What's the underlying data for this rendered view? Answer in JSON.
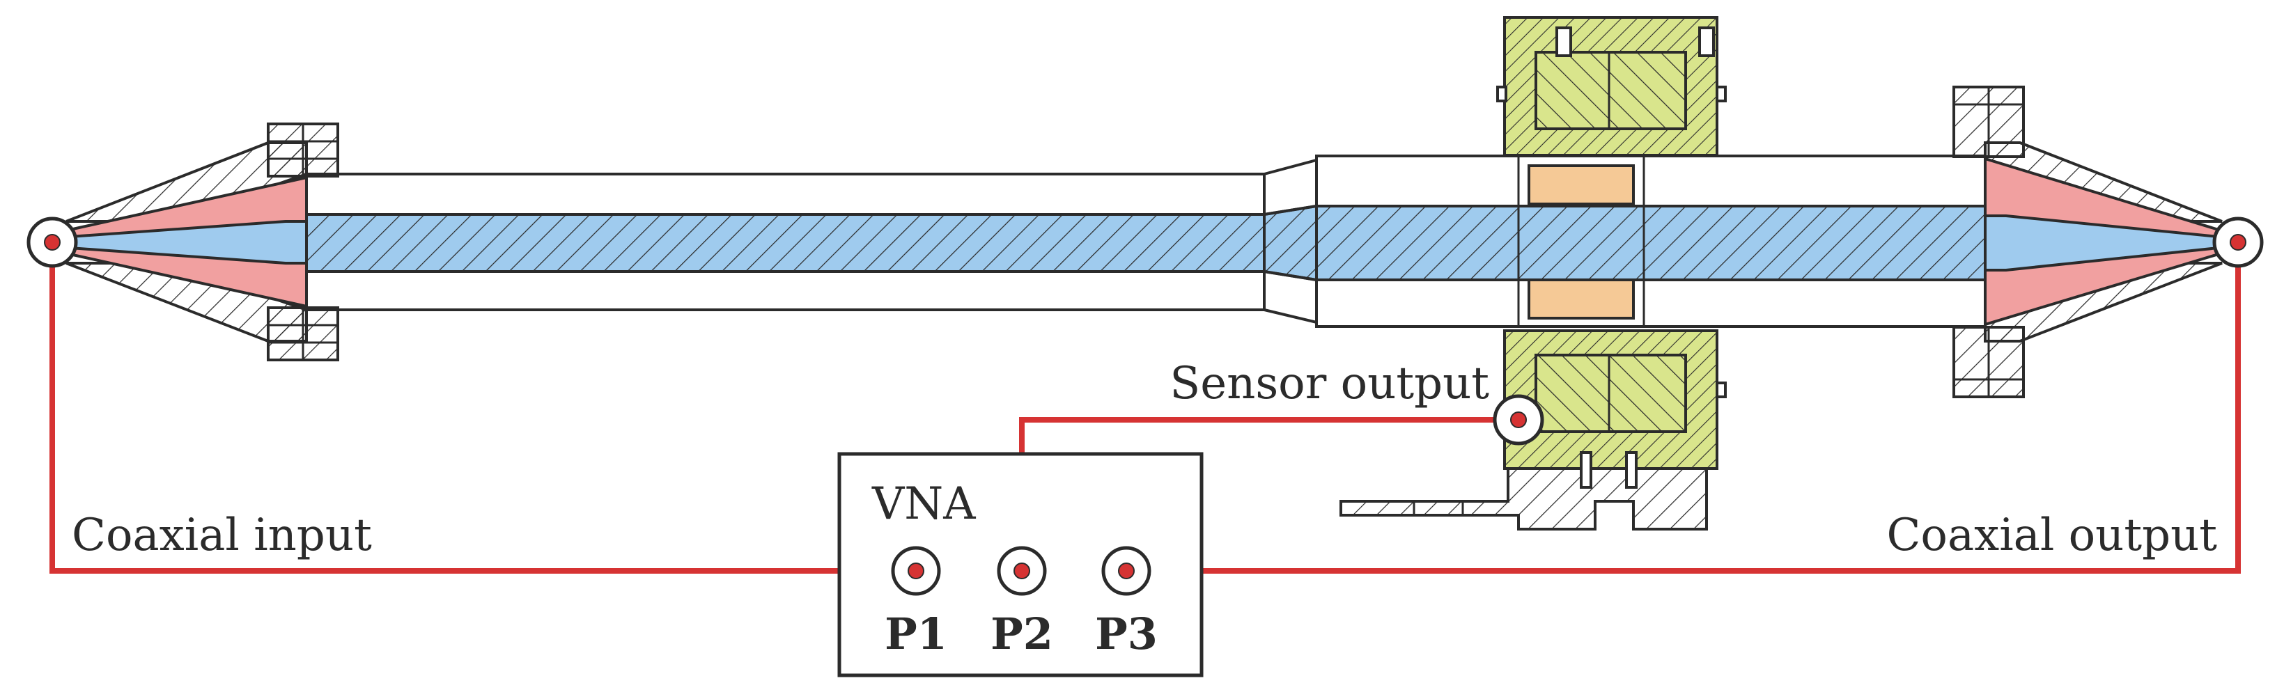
{
  "labels": {
    "coaxial_input": "Coaxial input",
    "coaxial_output": "Coaxial output",
    "sensor_output": "Sensor output",
    "vna": "VNA"
  },
  "ports": [
    "P1",
    "P2",
    "P3"
  ],
  "colors": {
    "conductor": "#9fcbee",
    "taper": "#f1a0a0",
    "housing": "#d9e58c",
    "sensor": "#f5c996",
    "wire": "#d63333",
    "outline": "#2b2b2b"
  }
}
